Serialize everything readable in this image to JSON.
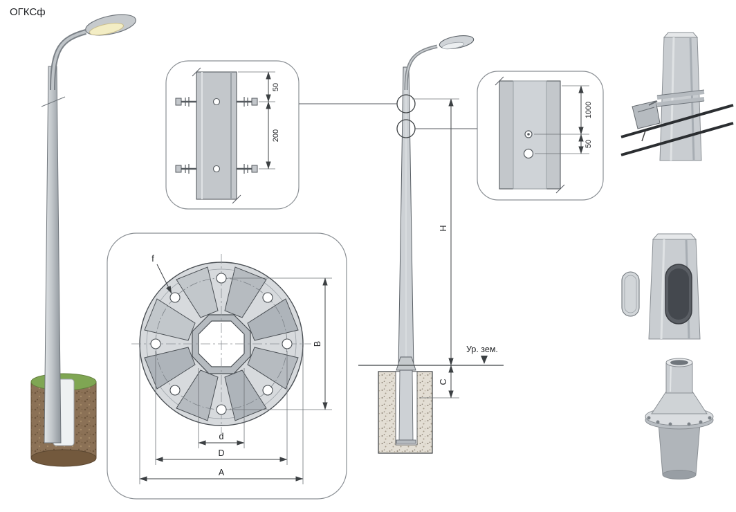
{
  "title": "ОГКСф",
  "detail_top_clamp": {
    "dim_top": "50",
    "dim_bottom": "200"
  },
  "detail_hole": {
    "dim_top": "1000",
    "dim_bottom": "50"
  },
  "elevation": {
    "height_label": "H",
    "clearance_label": "C",
    "ground_label": "Ур. зем."
  },
  "flange_plan": {
    "hole_label": "f",
    "span_label": "B",
    "inner_d_label": "d",
    "bolt_circle_label": "D",
    "outer_d_label": "A"
  }
}
